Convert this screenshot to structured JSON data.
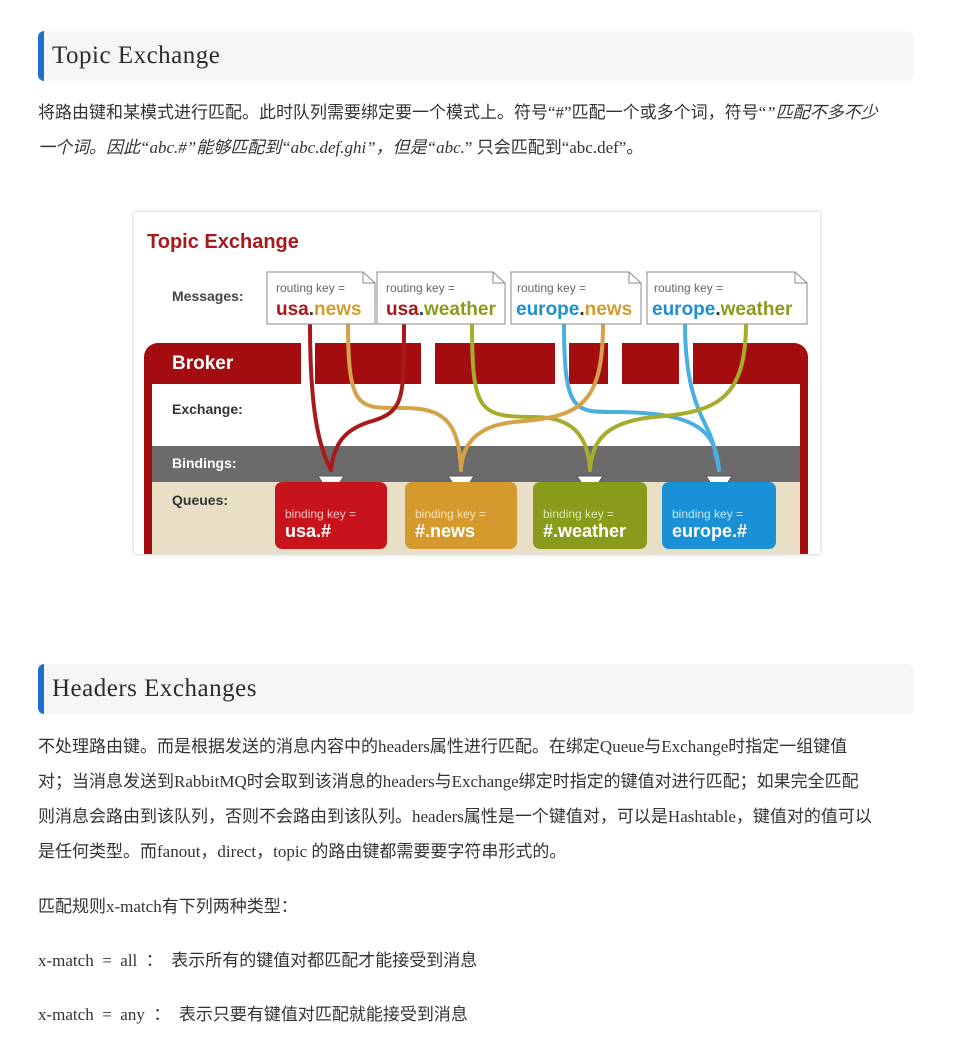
{
  "section1": {
    "title": "Topic Exchange",
    "para_line1_a": "将路由键和某模式进行匹配。此时队列需要绑定要一个模式上。符号“#”匹配一个或多个词，符号“",
    "para_line1_b": "”匹配不多不少",
    "para_line2_a": "一个词。因此“abc.#”能够匹配到“abc.def.ghi”，但是“abc.",
    "para_line2_b": "” 只会匹配到“abc.def”。"
  },
  "diagram": {
    "title": "Topic Exchange",
    "messages_label": "Messages:",
    "routing_key_label": "routing key =",
    "messages": [
      {
        "prefix": "usa",
        "sep": ".",
        "suffix": "news",
        "prefix_color": "#a8191b",
        "suffix_color": "#d49a2f"
      },
      {
        "prefix": "usa",
        "sep": ".",
        "suffix": "weather",
        "prefix_color": "#a8191b",
        "suffix_color": "#8d9b1c"
      },
      {
        "prefix": "europe",
        "sep": ".",
        "suffix": "news",
        "prefix_color": "#1d8fcf",
        "suffix_color": "#d49a2f"
      },
      {
        "prefix": "europe",
        "sep": ".",
        "suffix": "weather",
        "prefix_color": "#1d8fcf",
        "suffix_color": "#8d9b1c"
      }
    ],
    "broker_label": "Broker",
    "exchange_label": "Exchange:",
    "bindings_label": "Bindings:",
    "queues_label": "Queues:",
    "binding_key_label": "binding key =",
    "queues": [
      {
        "key": "usa.#",
        "color": "#c7141c"
      },
      {
        "key": "#.news",
        "color": "#d59a2e"
      },
      {
        "key": "#.weather",
        "color": "#8a9a1a"
      },
      {
        "key": "europe.#",
        "color": "#1a91d6"
      }
    ],
    "colors": {
      "title": "#a8191b",
      "broker": "#a30d0f",
      "bindings_bar": "#6b6b6b",
      "queues_bg": "#e8dfc6",
      "usa_line": "#a8191b",
      "news_line": "#d5a24a",
      "weather_line": "#a5ad2a",
      "europe_line": "#4aaee0"
    }
  },
  "section2": {
    "title": "Headers  Exchanges",
    "para1_lines": [
      "不处理路由键。而是根据发送的消息内容中的headers属性进行匹配。在绑定Queue与Exchange时指定一组键值",
      "对；当消息发送到RabbitMQ时会取到该消息的headers与Exchange绑定时指定的键值对进行匹配；如果完全匹配",
      "则消息会路由到该队列，否则不会路由到该队列。headers属性是一个键值对，可以是Hashtable，键值对的值可以",
      "是任何类型。而fanout，direct，topic 的路由键都需要要字符串形式的。"
    ],
    "para2": "匹配规则x-match有下列两种类型：",
    "para3": "x-match  =  all  ：  表示所有的键值对都匹配才能接受到消息",
    "para4": "x-match  =  any  ：  表示只要有键值对匹配就能接受到消息"
  }
}
